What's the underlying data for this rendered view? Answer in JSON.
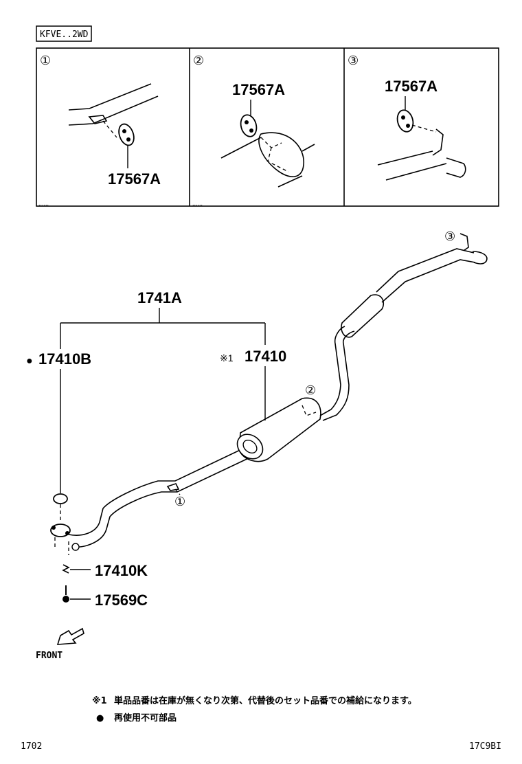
{
  "header": {
    "variant_tag": "KFVE..2WD"
  },
  "detail_boxes": [
    {
      "marker": "①",
      "part": "17567A"
    },
    {
      "marker": "②",
      "part": "17567A"
    },
    {
      "marker": "③",
      "part": "17567A"
    }
  ],
  "main": {
    "assembly_part": "1741A",
    "part_gasket": "17410B",
    "part_gasket_bullet": "●",
    "part_pipe": "17410",
    "part_pipe_note": "※1",
    "part_spring": "17410K",
    "part_bolt": "17569C",
    "callout_1": "①",
    "callout_2": "②",
    "callout_3": "③",
    "front_label": "FRONT"
  },
  "notes": {
    "note1_mark": "※1",
    "note1_text": "単品品番は在庫が無くなり次第、代替後のセット品番での補給になります。",
    "note2_mark": "●",
    "note2_text": "再使用不可部品"
  },
  "footer": {
    "page_code": "1702",
    "figure_code": "17C9BI"
  }
}
